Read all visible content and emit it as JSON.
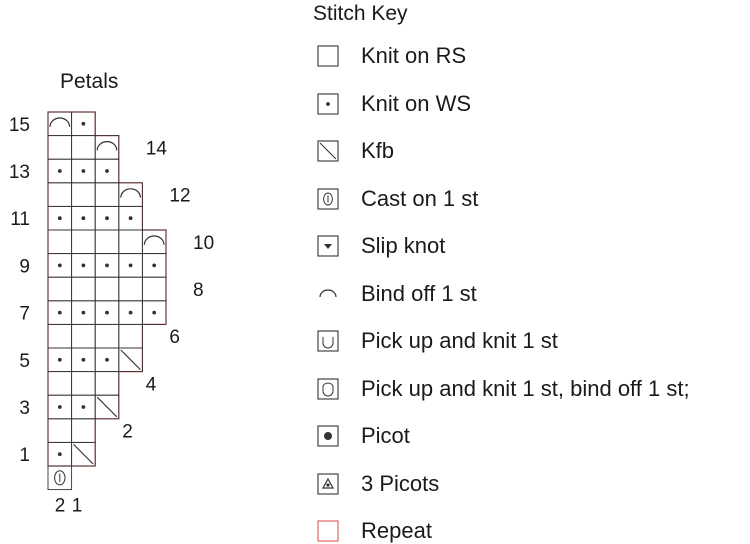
{
  "chart": {
    "title": "Petals",
    "rows": [
      {
        "row": 1,
        "cells": [
          "dot",
          "kfb"
        ]
      },
      {
        "row": 2,
        "cells": [
          "knit",
          "knit"
        ]
      },
      {
        "row": 3,
        "cells": [
          "dot",
          "dot",
          "kfb"
        ]
      },
      {
        "row": 4,
        "cells": [
          "knit",
          "knit",
          "knit"
        ]
      },
      {
        "row": 5,
        "cells": [
          "dot",
          "dot",
          "dot",
          "kfb"
        ]
      },
      {
        "row": 6,
        "cells": [
          "knit",
          "knit",
          "knit",
          "knit"
        ]
      },
      {
        "row": 7,
        "cells": [
          "dot",
          "dot",
          "dot",
          "dot",
          "dot"
        ]
      },
      {
        "row": 8,
        "cells": [
          "knit",
          "knit",
          "knit",
          "knit",
          "knit"
        ]
      },
      {
        "row": 9,
        "cells": [
          "dot",
          "dot",
          "dot",
          "dot",
          "dot"
        ]
      },
      {
        "row": 10,
        "cells": [
          "knit",
          "knit",
          "knit",
          "knit",
          "bindoff"
        ]
      },
      {
        "row": 11,
        "cells": [
          "dot",
          "dot",
          "dot",
          "dot"
        ]
      },
      {
        "row": 12,
        "cells": [
          "knit",
          "knit",
          "knit",
          "bindoff"
        ]
      },
      {
        "row": 13,
        "cells": [
          "dot",
          "dot",
          "dot"
        ]
      },
      {
        "row": 14,
        "cells": [
          "knit",
          "knit",
          "bindoff"
        ]
      },
      {
        "row": 15,
        "cells": [
          "bindoff",
          "dot"
        ]
      }
    ],
    "cast_on_row": [
      "caston"
    ],
    "left_labels": [
      "1",
      "3",
      "5",
      "7",
      "9",
      "11",
      "13",
      "15"
    ],
    "right_labels": [
      "2",
      "4",
      "6",
      "8",
      "10",
      "12",
      "14"
    ],
    "stitch_numbers": [
      "2",
      "1"
    ],
    "repeat_color": "#e05a5a",
    "grid_color": "#333333"
  },
  "key": {
    "title": "Stitch Key",
    "items": [
      {
        "symbol": "knit",
        "label": "Knit on RS"
      },
      {
        "symbol": "dot",
        "label": "Knit on WS"
      },
      {
        "symbol": "kfb",
        "label": "Kfb"
      },
      {
        "symbol": "caston",
        "label": "Cast on 1 st"
      },
      {
        "symbol": "slipknot",
        "label": "Slip knot"
      },
      {
        "symbol": "bindoff",
        "label": "Bind off 1 st"
      },
      {
        "symbol": "pickup",
        "label": "Pick up and knit 1 st"
      },
      {
        "symbol": "pickup-bind",
        "label": "Pick up and knit 1 st, bind off 1 st;"
      },
      {
        "symbol": "picot",
        "label": "Picot"
      },
      {
        "symbol": "picot3",
        "label": "3 Picots"
      },
      {
        "symbol": "repeat",
        "label": "Repeat"
      }
    ]
  }
}
